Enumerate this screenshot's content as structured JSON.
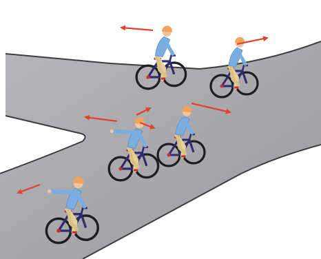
{
  "scene": {
    "description_visible_text": "",
    "colors": {
      "background": "#ffffff",
      "road": "#a8a7aa",
      "road_edge": "#3c3b3f",
      "arrow": "#e2412b",
      "shirt": "#7aaee0",
      "trousers": "#e7d39a",
      "helmet": "#f3a35e",
      "bike_frame": "#2f2a6e",
      "bike_accent": "#c9302c",
      "tire": "#1e1e22",
      "skin": "#f2c4a0"
    },
    "cyclists": [
      {
        "id": "top-left",
        "facing": "left-signal-arm-down",
        "arrow": "left"
      },
      {
        "id": "top-right",
        "facing": "right",
        "arrow": "right"
      },
      {
        "id": "middle-right",
        "facing": "right",
        "arrow": "right"
      },
      {
        "id": "middle-left",
        "facing": "left-signal",
        "arrow": "left-and-up-right"
      },
      {
        "id": "bottom-left",
        "facing": "left-signal",
        "arrow": "left"
      }
    ]
  }
}
